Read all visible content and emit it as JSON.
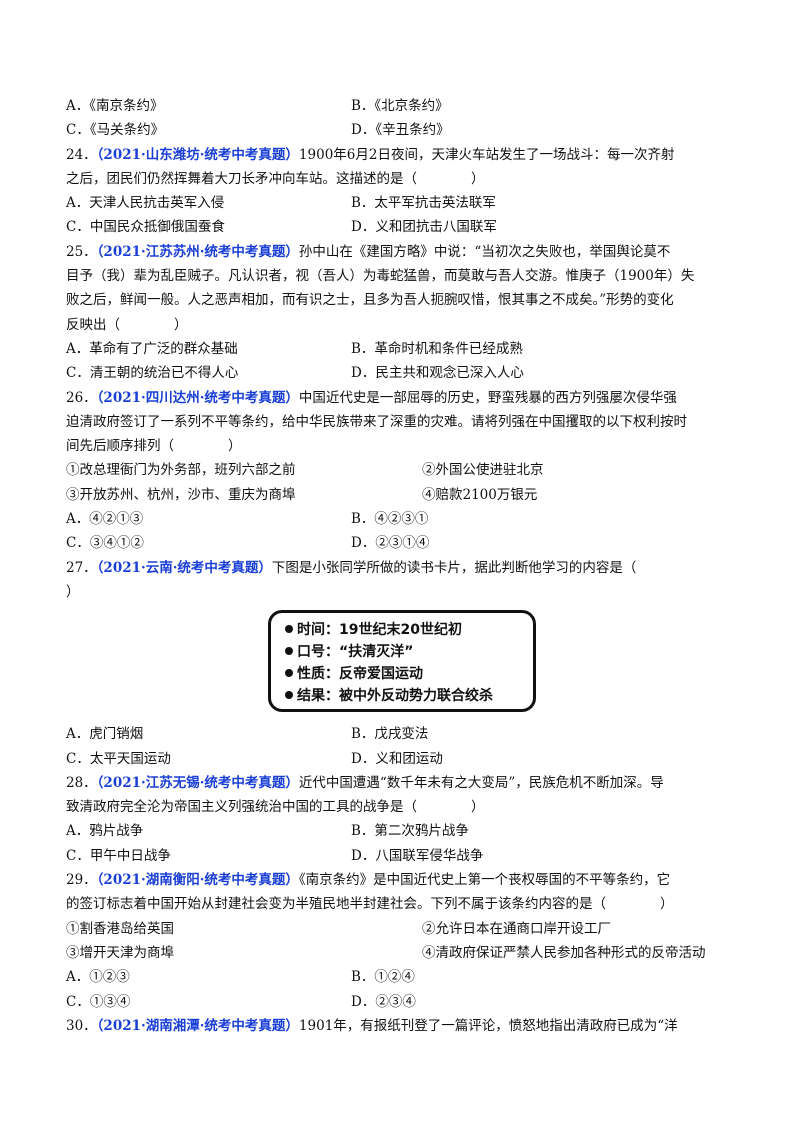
{
  "q23_options": {
    "a": "A．《南京条约》",
    "b": "B．《北京条约》",
    "c": "C．《马关条约》",
    "d": "D．《辛丑条约》"
  },
  "q24": {
    "num": "24．",
    "source": "（2021·山东潍坊·统考中考真题）",
    "lines": [
      "1900年6月2日夜间，天津火车站发生了一场战斗：每一次齐射",
      "之后，团民们仍然挥舞着大刀长矛冲向车站。这描述的是（　　　　）"
    ],
    "options": {
      "a": "A．天津人民抗击英军入侵",
      "b": "B．太平军抗击英法联军",
      "c": "C．中国民众抵御俄国蚕食",
      "d": "D．义和团抗击八国联军"
    }
  },
  "q25": {
    "num": "25．",
    "source": "（2021·江苏苏州·统考中考真题）",
    "lines": [
      "孙中山在《建国方略》中说：“当初次之失败也，举国舆论莫不",
      "目予（我）辈为乱臣贼子。凡认识者，视（吾人）为毒蛇猛兽，而莫敢与吾人交游。惟庚子（1900年）失",
      "败之后，鲜闻一般。人之恶声相加，而有识之士，且多为吾人扼腕叹惜，恨其事之不成矣。”形势的变化",
      "反映出（　　　　）"
    ],
    "options": {
      "a": "A．革命有了广泛的群众基础",
      "b": "B．革命时机和条件已经成熟",
      "c": "C．清王朝的统治已不得人心",
      "d": "D．民主共和观念已深入人心"
    }
  },
  "q26": {
    "num": "26．",
    "source": "（2021·四川达州·统考中考真题）",
    "lines": [
      "中国近代史是一部屈辱的历史，野蛮残暴的西方列强屡次侵华强",
      "迫清政府签订了一系列不平等条约，给中华民族带来了深重的灾难。请将列强在中国攫取的以下权利按时",
      "间先后顺序排列（　　　　）"
    ],
    "items": {
      "i1": "①改总理衙门为外务部，班列六部之前",
      "i2": "②外国公使进驻北京",
      "i3": "③开放苏州、杭州，沙市、重庆为商埠",
      "i4": "④赔款2100万银元"
    },
    "options": {
      "a": "A．④②①③",
      "b": "B．④②③①",
      "c": "C．③④①②",
      "d": "D．②③①④"
    }
  },
  "q27": {
    "num": "27．",
    "source": "（2021·云南·统考中考真题）",
    "lines": [
      "下图是小张同学所做的读书卡片，据此判断他学习的内容是（",
      "）"
    ],
    "card": [
      "时间：19世纪末20世纪初",
      "口号：“扶清灭洋”",
      "性质：反帝爱国运动",
      "结果：被中外反动势力联合绞杀"
    ],
    "options": {
      "a": "A．虎门销烟",
      "b": "B．戊戌变法",
      "c": "C．太平天国运动",
      "d": "D．义和团运动"
    }
  },
  "q28": {
    "num": "28．",
    "source": "（2021·江苏无锡·统考中考真题）",
    "lines": [
      "近代中国遭遇“数千年未有之大变局”，民族危机不断加深。导",
      "致清政府完全沦为帝国主义列强统治中国的工具的战争是（　　　　）"
    ],
    "options": {
      "a": "A．鸦片战争",
      "b": "B．第二次鸦片战争",
      "c": "C．甲午中日战争",
      "d": "D．八国联军侵华战争"
    }
  },
  "q29": {
    "num": "29．",
    "source": "（2021·湖南衡阳·统考中考真题）",
    "lines": [
      "《南京条约》是中国近代史上第一个丧权辱国的不平等条约，它",
      "的签订标志着中国开始从封建社会变为半殖民地半封建社会。下列不属于该条约内容的是（　　　　）"
    ],
    "items": {
      "i1": "①割香港岛给英国",
      "i2": "②允许日本在通商口岸开设工厂",
      "i3": "③增开天津为商埠",
      "i4": "④清政府保证严禁人民参加各种形式的反帝活动"
    },
    "options": {
      "a": "A．①②③",
      "b": "B．①②④",
      "c": "C．①③④",
      "d": "D．②③④"
    }
  },
  "q30": {
    "num": "30．",
    "source": "（2021·湖南湘潭·统考中考真题）",
    "lines": [
      "1901年，有报纸刊登了一篇评论，愤怒地指出清政府已成为“洋"
    ]
  }
}
